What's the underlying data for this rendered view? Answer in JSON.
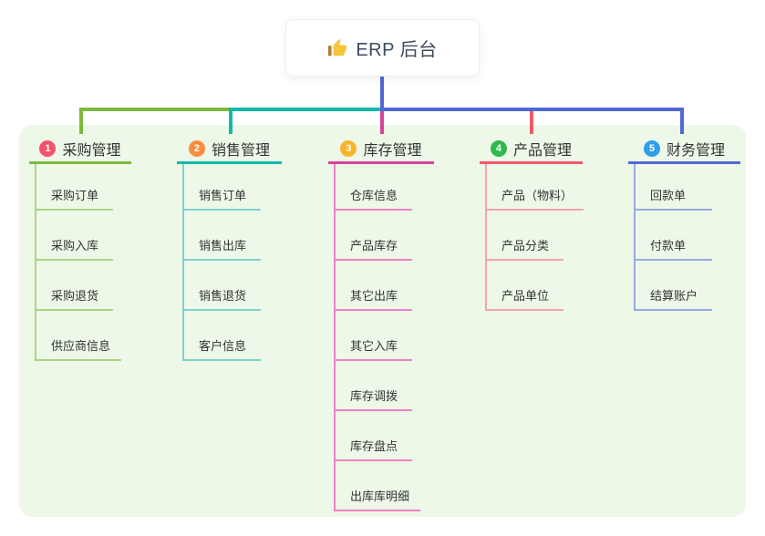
{
  "root": {
    "label": "ERP 后台",
    "icon": "thumbs-up-icon"
  },
  "colors": {
    "canvas_bg": "#ffffff",
    "panel_bg": "#edf8e9",
    "root_box_bg": "#ffffff",
    "root_text": "#3c4a5e",
    "node_text": "#333333",
    "root_stem": "#5166d6",
    "badge_text": "#ffffff"
  },
  "branches": [
    {
      "badge": "1",
      "label": "采购管理",
      "badge_color": "#f4516c",
      "line_color": "#7cb93e",
      "sub_line_color": "#a9d584",
      "children": [
        "采购订单",
        "采购入库",
        "采购退货",
        "供应商信息"
      ]
    },
    {
      "badge": "2",
      "label": "销售管理",
      "badge_color": "#f78e3d",
      "line_color": "#14b8a6",
      "sub_line_color": "#7fd3c8",
      "children": [
        "销售订单",
        "销售出库",
        "销售退货",
        "客户信息"
      ]
    },
    {
      "badge": "3",
      "label": "库存管理",
      "badge_color": "#f8b42c",
      "line_color": "#d6439b",
      "sub_line_color": "#ee82c3",
      "children": [
        "仓库信息",
        "产品库存",
        "其它出库",
        "其它入库",
        "库存调拨",
        "库存盘点",
        "出库库明细"
      ]
    },
    {
      "badge": "4",
      "label": "产品管理",
      "badge_color": "#2fb950",
      "line_color": "#f05b6a",
      "sub_line_color": "#f6a3aa",
      "children": [
        "产品（物料）",
        "产品分类",
        "产品单位"
      ]
    },
    {
      "badge": "5",
      "label": "财务管理",
      "badge_color": "#2d9fe8",
      "line_color": "#5069d6",
      "sub_line_color": "#97abe2",
      "children": [
        "回款单",
        "付款单",
        "结算账户"
      ]
    }
  ]
}
